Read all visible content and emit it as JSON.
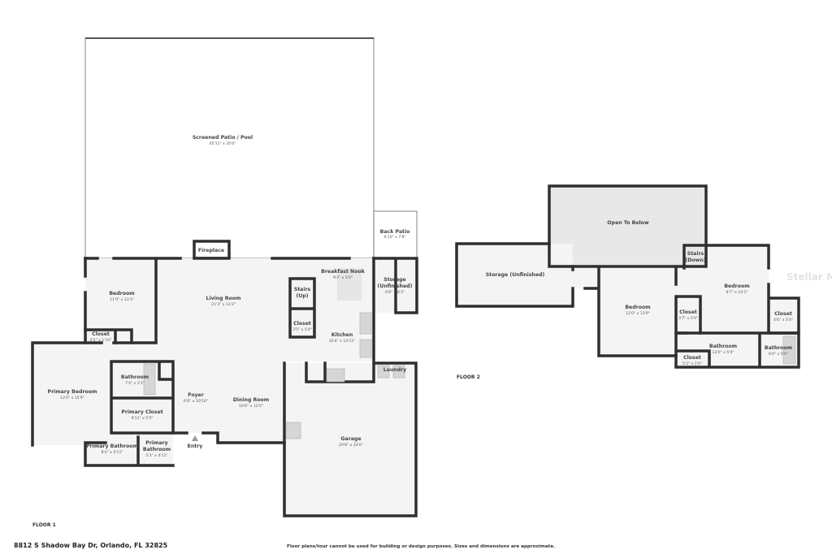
{
  "floor1": {
    "label": "FLOOR 1",
    "rooms": [
      {
        "name": "Screened Patio / Pool",
        "dim": "45'11\" x 35'0\""
      },
      {
        "name": "Back Patio",
        "dim": "6'10\" x 7'8\""
      },
      {
        "name": "Fireplace"
      },
      {
        "name": "Bedroom",
        "dim": "11'0\" x 13'3\""
      },
      {
        "name": "Living Room",
        "dim": "21'3\" x 13'3\""
      },
      {
        "name": "Breakfast Nook",
        "dim": "9'2\" x 5'0\""
      },
      {
        "name": "Storage",
        "name2": "(Unfinished)",
        "dim": "6'8\" x 8'3\""
      },
      {
        "name": "Stairs",
        "name2": "(Up)"
      },
      {
        "name": "Closet",
        "dim": "3'5\" x 5'4\""
      },
      {
        "name": "Kitchen",
        "dim": "10'4\" x 14'11\""
      },
      {
        "name": "Closet",
        "dim": "4'5\" x 1'10\""
      },
      {
        "name": "Primary Bedroom",
        "dim": "12'0\" x 15'9\""
      },
      {
        "name": "Bathroom",
        "dim": "7'4\" x 5'1\""
      },
      {
        "name": "Primary Closet",
        "dim": "9'11\" x 5'5\""
      },
      {
        "name": "Foyer",
        "dim": "6'6\" x 10'10\""
      },
      {
        "name": "Dining Room",
        "dim": "10'6\" x 12'5\""
      },
      {
        "name": "Laundry"
      },
      {
        "name": "Garage",
        "dim": "20'8\" x 24'6\""
      },
      {
        "name": "Primary Bathroom",
        "dim": "8'4\" x 4'11\""
      },
      {
        "name": "Primary",
        "name2": "Bathroom",
        "dim": "5'3\" x 4'11\""
      },
      {
        "name": "Entry"
      }
    ]
  },
  "floor2": {
    "label": "FLOOR 2",
    "rooms": [
      {
        "name": "Open To Below"
      },
      {
        "name": "Storage (Unfinished)"
      },
      {
        "name": "Stairs",
        "name2": "(Down)"
      },
      {
        "name": "Bedroom",
        "dim": "12'0\" x 13'9\""
      },
      {
        "name": "Bedroom",
        "dim": "9'7\" x 14'1\""
      },
      {
        "name": "Closet",
        "dim": "3'7\" x 5'9\""
      },
      {
        "name": "Closet",
        "dim": "4'6\" x 5'4\""
      },
      {
        "name": "Bathroom",
        "dim": "13'0\" x 5'0\""
      },
      {
        "name": "Closet",
        "dim": "5'2\" x 2'0\""
      },
      {
        "name": "Bathroom",
        "dim": "6'0\" x 5'0\""
      }
    ]
  },
  "footer": {
    "address": "8812 S Shadow Bay Dr, Orlando, FL 32825",
    "disclaimer": "Floor plans/tour cannot be used for building or design purposes. Sizes and dimensions are approximate."
  },
  "watermark": "Stellar MLS",
  "colors": {
    "wall": "#2f2f2f",
    "floor": "#f4f4f4",
    "patio": "#ececec"
  }
}
